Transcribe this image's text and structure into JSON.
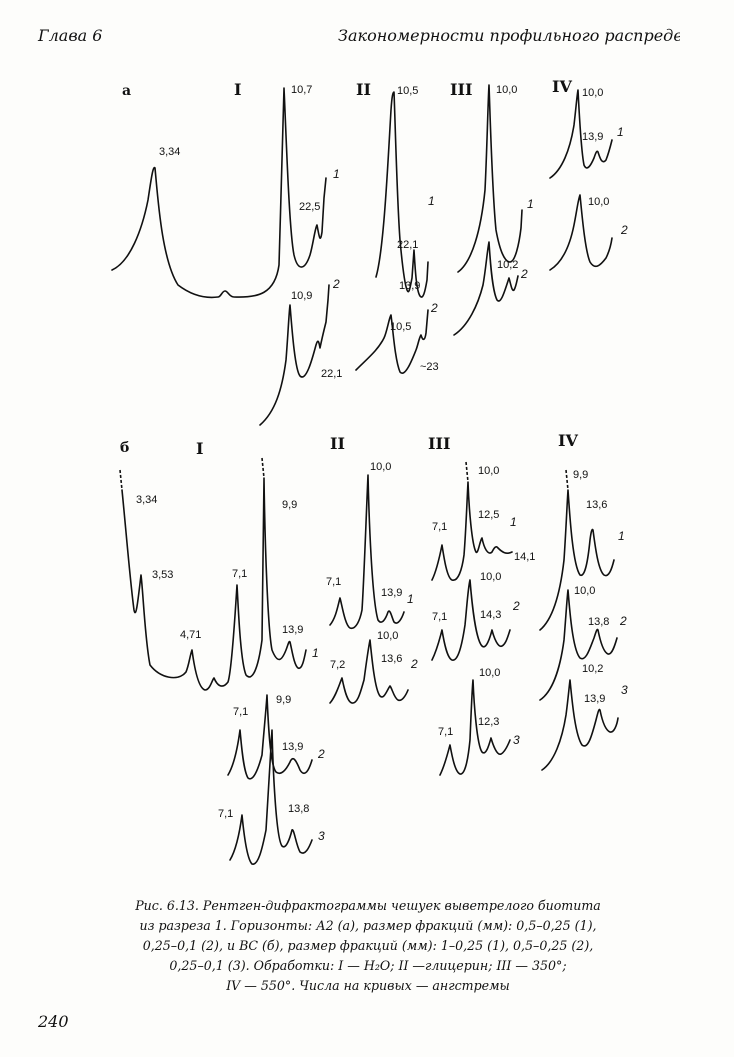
{
  "header": {
    "left": "Глава 6",
    "right": "Закономерности профильного распределени"
  },
  "page_number": "240",
  "caption": [
    "Рис. 6.13. Рентген-дифрактограммы чешуек выветрелого биотита",
    "из разреза 1. Горизонты: А2 (а), размер фракций (мм): 0,5–0,25 (1),",
    "0,25–0,1 (2), и ВС (б), размер фракций (мм): 1–0,25 (1), 0,5–0,25 (2),",
    "0,25–0,1 (3). Обработки: I — H₂O; II —глицерин; III — 350°;",
    "IV — 550°. Числа на кривых — ангстремы"
  ],
  "figure": {
    "panel_a": {
      "label": "а",
      "columns": [
        "I",
        "II",
        "III",
        "IV"
      ],
      "labels": [
        {
          "text": "10,7"
        },
        {
          "text": "3,34"
        },
        {
          "text": "22,5"
        },
        {
          "text": "10,9"
        },
        {
          "text": "22,1"
        },
        {
          "text": "10,5"
        },
        {
          "text": "22,1"
        },
        {
          "text": "13,9"
        },
        {
          "text": "10,5"
        },
        {
          "text": "~23"
        },
        {
          "text": "10,0"
        },
        {
          "text": "10,2"
        },
        {
          "text": "10,0"
        },
        {
          "text": "13,9"
        },
        {
          "text": "10,0"
        }
      ],
      "curve_numbers": [
        "1",
        "2",
        "1",
        "2",
        "1",
        "2",
        "1",
        "2"
      ]
    },
    "panel_b": {
      "label": "б",
      "columns": [
        "I",
        "II",
        "III",
        "IV"
      ],
      "labels": [
        {
          "text": "3,34"
        },
        {
          "text": "3,53"
        },
        {
          "text": "4,71"
        },
        {
          "text": "7,1"
        },
        {
          "text": "9,9"
        },
        {
          "text": "13,9"
        },
        {
          "text": "7,1"
        },
        {
          "text": "9,9"
        },
        {
          "text": "13,9"
        },
        {
          "text": "7,1"
        },
        {
          "text": "13,8"
        },
        {
          "text": "10,0"
        },
        {
          "text": "7,1"
        },
        {
          "text": "13,9"
        },
        {
          "text": "10,0"
        },
        {
          "text": "7,2"
        },
        {
          "text": "13,6"
        },
        {
          "text": "10,0"
        },
        {
          "text": "12,5"
        },
        {
          "text": "7,1"
        },
        {
          "text": "14,1"
        },
        {
          "text": "10,0"
        },
        {
          "text": "7,1"
        },
        {
          "text": "14,3"
        },
        {
          "text": "10,0"
        },
        {
          "text": "7,1"
        },
        {
          "text": "12,3"
        },
        {
          "text": "9,9"
        },
        {
          "text": "13,6"
        },
        {
          "text": "10,0"
        },
        {
          "text": "13,8"
        },
        {
          "text": "10,2"
        },
        {
          "text": "13,9"
        }
      ],
      "curve_numbers": [
        "1",
        "2",
        "3",
        "1",
        "2",
        "1",
        "2",
        "3",
        "1",
        "2",
        "3"
      ]
    }
  }
}
